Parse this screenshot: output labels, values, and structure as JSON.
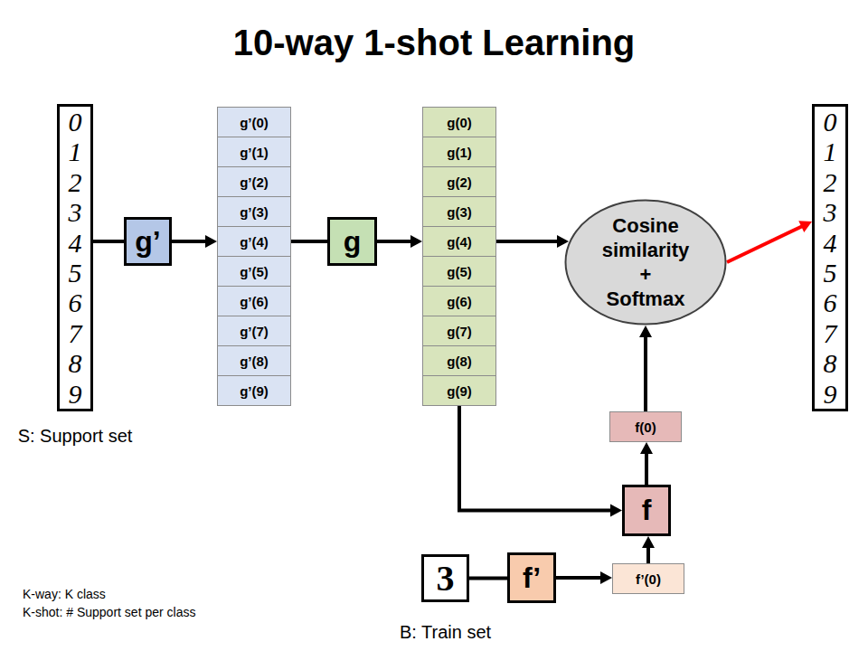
{
  "diagram": {
    "title": "10-way 1-shot Learning",
    "nodes": [
      {
        "text": [
          "0",
          "1",
          "2",
          "3",
          "4",
          "5",
          "6",
          "7",
          "8",
          "9",
          "S: Support set"
        ]
      },
      {
        "text": [
          "g’"
        ]
      },
      {
        "text": [
          "g’(0)"
        ]
      },
      {
        "text": [
          "g’(1)"
        ]
      },
      {
        "text": [
          "g’(2)"
        ]
      },
      {
        "text": [
          "g’(3)"
        ]
      },
      {
        "text": [
          "g’(4)"
        ]
      },
      {
        "text": [
          "g’(5)"
        ]
      },
      {
        "text": [
          "g’(6)"
        ]
      },
      {
        "text": [
          "g’(7)"
        ]
      },
      {
        "text": [
          "g’(8)"
        ]
      },
      {
        "text": [
          "g’(9)"
        ]
      },
      {
        "text": [
          "g"
        ]
      },
      {
        "text": [
          "g(0)"
        ]
      },
      {
        "text": [
          "g(1)"
        ]
      },
      {
        "text": [
          "g(2)"
        ]
      },
      {
        "text": [
          "g(3)"
        ]
      },
      {
        "text": [
          "g(4)"
        ]
      },
      {
        "text": [
          "g(5)"
        ]
      },
      {
        "text": [
          "g(6)"
        ]
      },
      {
        "text": [
          "g(7)"
        ]
      },
      {
        "text": [
          "g(8)"
        ]
      },
      {
        "text": [
          "g(9)"
        ]
      },
      {
        "text": [
          "Cosine similarity + Softmax"
        ]
      },
      {
        "text": [
          "0",
          "1",
          "2",
          "3",
          "4",
          "5",
          "6",
          "7",
          "8",
          "9"
        ]
      },
      {
        "text": [
          "f(0)"
        ]
      },
      {
        "text": [
          "f"
        ]
      },
      {
        "text": [
          "3",
          "B: Train set"
        ]
      },
      {
        "text": [
          "f’"
        ]
      },
      {
        "text": [
          "f’(0)"
        ]
      }
    ],
    "edges": [
      {
        "from": 0,
        "to": 1,
        "arrow": "none"
      },
      {
        "from": 1,
        "to": 6,
        "arrow": "to"
      },
      {
        "from": 6,
        "to": 12,
        "arrow": "none"
      },
      {
        "from": 12,
        "to": 17,
        "arrow": "to"
      },
      {
        "from": 17,
        "to": 23,
        "arrow": "to"
      },
      {
        "from": 23,
        "to": 24,
        "arrow": "to"
      },
      {
        "from": 22,
        "to": 26,
        "arrow": "to"
      },
      {
        "from": 26,
        "to": 25,
        "arrow": "to"
      },
      {
        "from": 25,
        "to": 23,
        "arrow": "to"
      },
      {
        "from": 27,
        "to": 28,
        "arrow": "none"
      },
      {
        "from": 28,
        "to": 29,
        "arrow": "to"
      },
      {
        "from": 29,
        "to": 26,
        "arrow": "to"
      }
    ],
    "labels": [
      "K-way: K class",
      "K-shot: # Support set per class"
    ]
  }
}
